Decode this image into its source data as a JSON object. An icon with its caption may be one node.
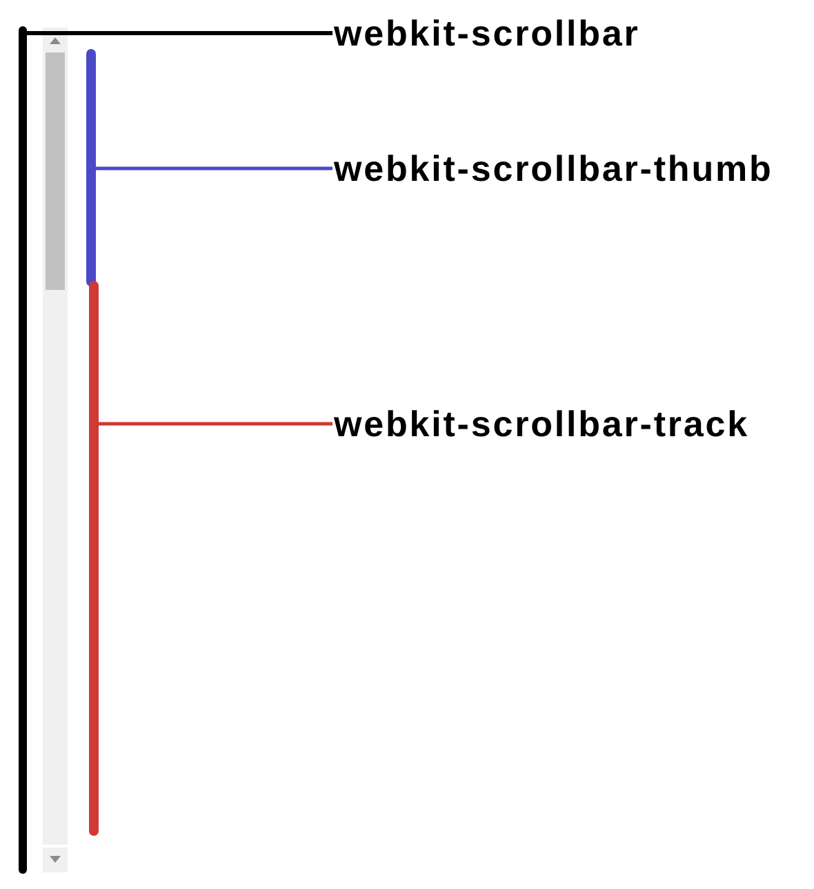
{
  "diagram": {
    "nodes": [
      {
        "text": [
          "webkit-scrollbar"
        ]
      },
      {
        "text": [
          "webkit-scrollbar-thumb"
        ]
      },
      {
        "text": [
          "webkit-scrollbar-track"
        ]
      },
      {
        "text": [],
        "shape": "bar"
      },
      {
        "text": [],
        "shape": "bar",
        "in": 3
      },
      {
        "text": [],
        "shape": "bar",
        "in": 4
      }
    ],
    "edges": [
      {
        "from": 0,
        "to": 3,
        "arrow": "none",
        "color": "#000000"
      },
      {
        "from": 1,
        "to": 5,
        "arrow": "none",
        "color": "#4a4ac8"
      },
      {
        "from": 2,
        "to": 4,
        "arrow": "none",
        "color": "#d03a35"
      }
    ]
  }
}
